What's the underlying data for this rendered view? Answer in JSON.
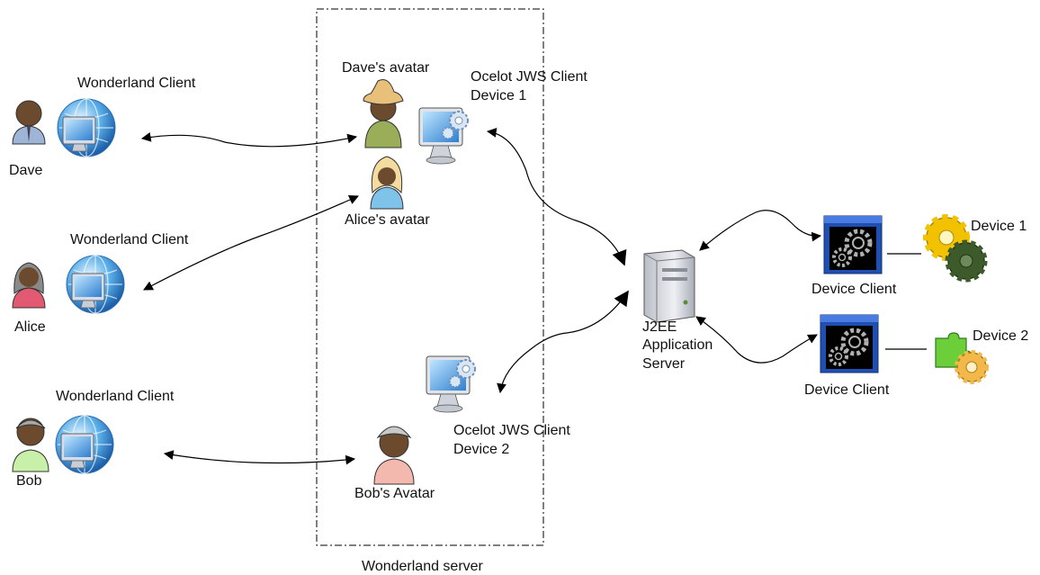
{
  "server": {
    "label": "Wonderland server"
  },
  "clients": [
    {
      "user": "Dave",
      "client_label": "Wonderland Client",
      "icons": [
        "person-icon",
        "globe-monitor-icon"
      ]
    },
    {
      "user": "Alice",
      "client_label": "Wonderland Client",
      "icons": [
        "person-icon",
        "globe-monitor-icon"
      ]
    },
    {
      "user": "Bob",
      "client_label": "Wonderland Client",
      "icons": [
        "person-icon",
        "globe-monitor-icon"
      ]
    }
  ],
  "avatars": [
    {
      "label": "Dave's avatar"
    },
    {
      "label": "Alice's avatar"
    },
    {
      "label": "Bob's Avatar"
    }
  ],
  "jws_clients": [
    {
      "line1": "Ocelot JWS Client",
      "line2": "Device 1"
    },
    {
      "line1": "Ocelot JWS Client",
      "line2": "Device 2"
    }
  ],
  "app_server": {
    "line1": "J2EE",
    "line2": "Application",
    "line3": "Server"
  },
  "device_clients": [
    {
      "label": "Device Client"
    },
    {
      "label": "Device Client"
    }
  ],
  "devices": [
    {
      "label": "Device 1",
      "icon": "gears-yellow-green-icon"
    },
    {
      "label": "Device 2",
      "icon": "puzzle-gears-icon"
    }
  ],
  "colors": {
    "globe": "#3a8fd6",
    "monitor": "#2f6fb8",
    "gear_yellow": "#f2c200",
    "gear_green": "#3d5a2a",
    "window_blue": "#1f4fb0"
  }
}
